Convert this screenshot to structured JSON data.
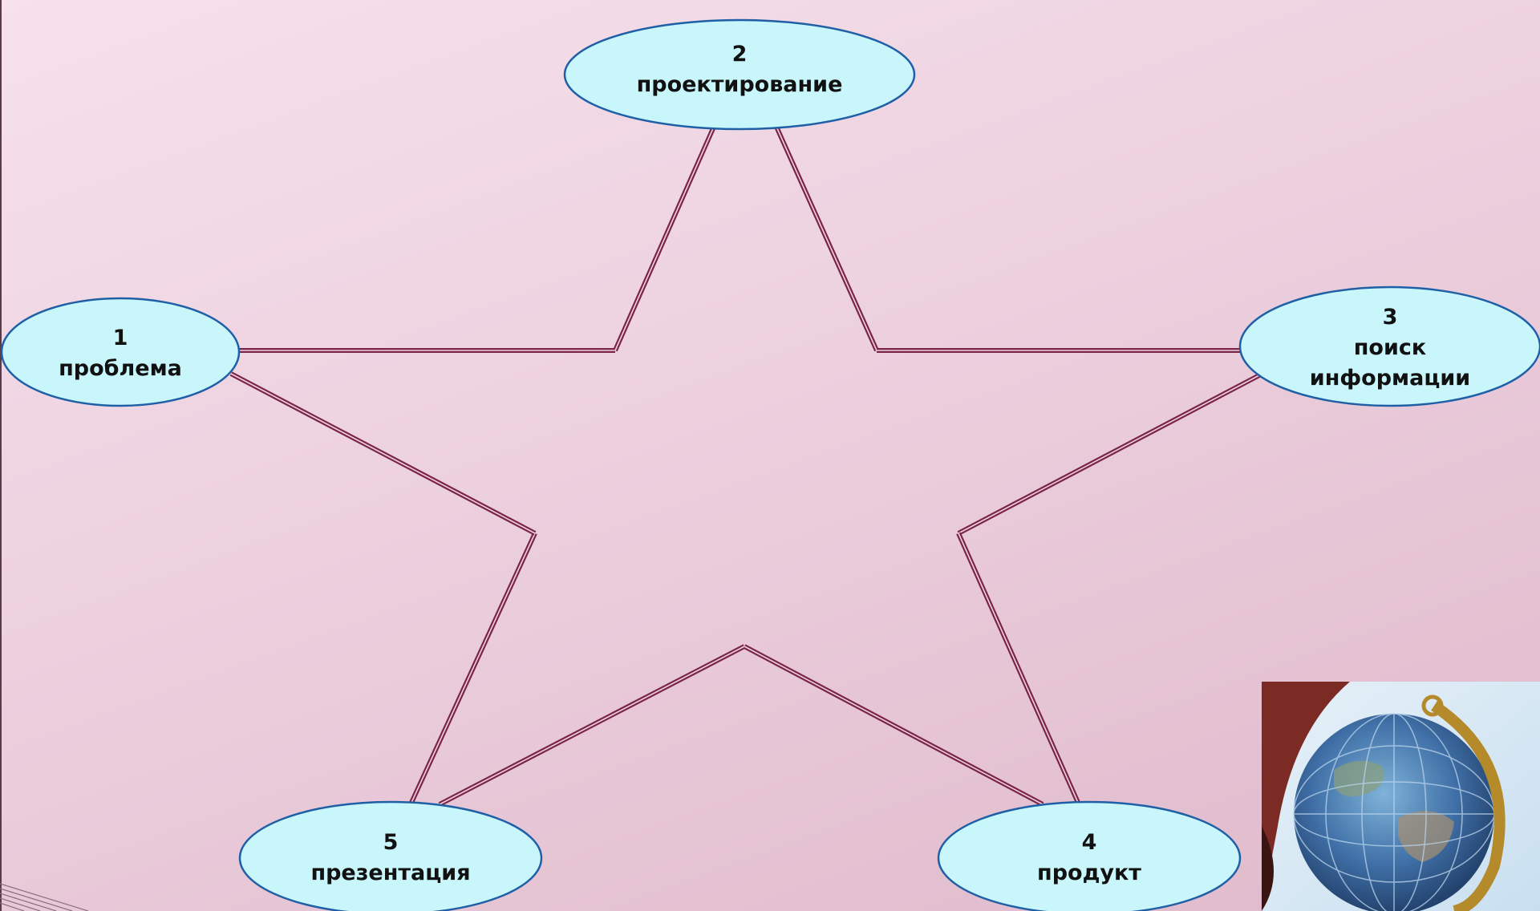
{
  "nodes": [
    {
      "id": "node-1",
      "number": "1",
      "lines": [
        "проблема"
      ]
    },
    {
      "id": "node-2",
      "number": "2",
      "lines": [
        "проектирование"
      ]
    },
    {
      "id": "node-3",
      "number": "3",
      "lines": [
        "поиск",
        "информации"
      ]
    },
    {
      "id": "node-4",
      "number": "4",
      "lines": [
        "продукт"
      ]
    },
    {
      "id": "node-5",
      "number": "5",
      "lines": [
        "презентация"
      ]
    }
  ],
  "colors": {
    "node_fill": "#c9f6fb",
    "node_stroke": "#1f5fa6",
    "star_line": "#7a2448",
    "background_top": "#f6e1ec",
    "background_bottom": "#dfb9cb"
  },
  "icons": {
    "corner_image": "globe-icon"
  }
}
